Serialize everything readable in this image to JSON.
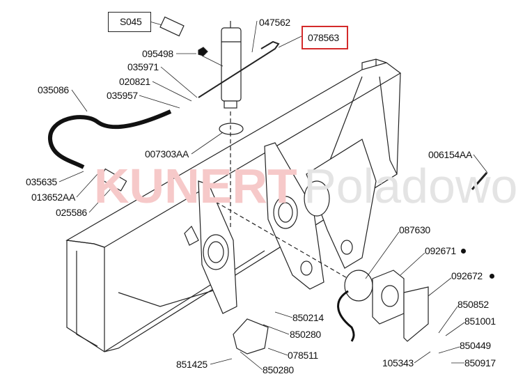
{
  "watermark": {
    "brand": "KUNERT",
    "suffix": "Poladowo"
  },
  "highlighted_part": "078563",
  "colors": {
    "highlight": "#d42a2a",
    "watermark_red": "#f6c9c9",
    "line": "#222222"
  },
  "callouts": {
    "s045": "S045",
    "p047562": "047562",
    "p078563": "078563",
    "p095498": "095498",
    "p035971": "035971",
    "p020821": "020821",
    "p035086": "035086",
    "p035957": "035957",
    "p007303AA": "007303AA",
    "p006154AA": "006154AA",
    "p035635": "035635",
    "p013652AA": "013652AA",
    "p025586": "025586",
    "p087630": "087630",
    "p092671": "092671",
    "p092672": "092672",
    "p850214": "850214",
    "p850852": "850852",
    "p851001": "851001",
    "p850280a": "850280",
    "p850449": "850449",
    "p078511": "078511",
    "p851425": "851425",
    "p105343": "105343",
    "p850917": "850917",
    "p850280b": "850280"
  }
}
